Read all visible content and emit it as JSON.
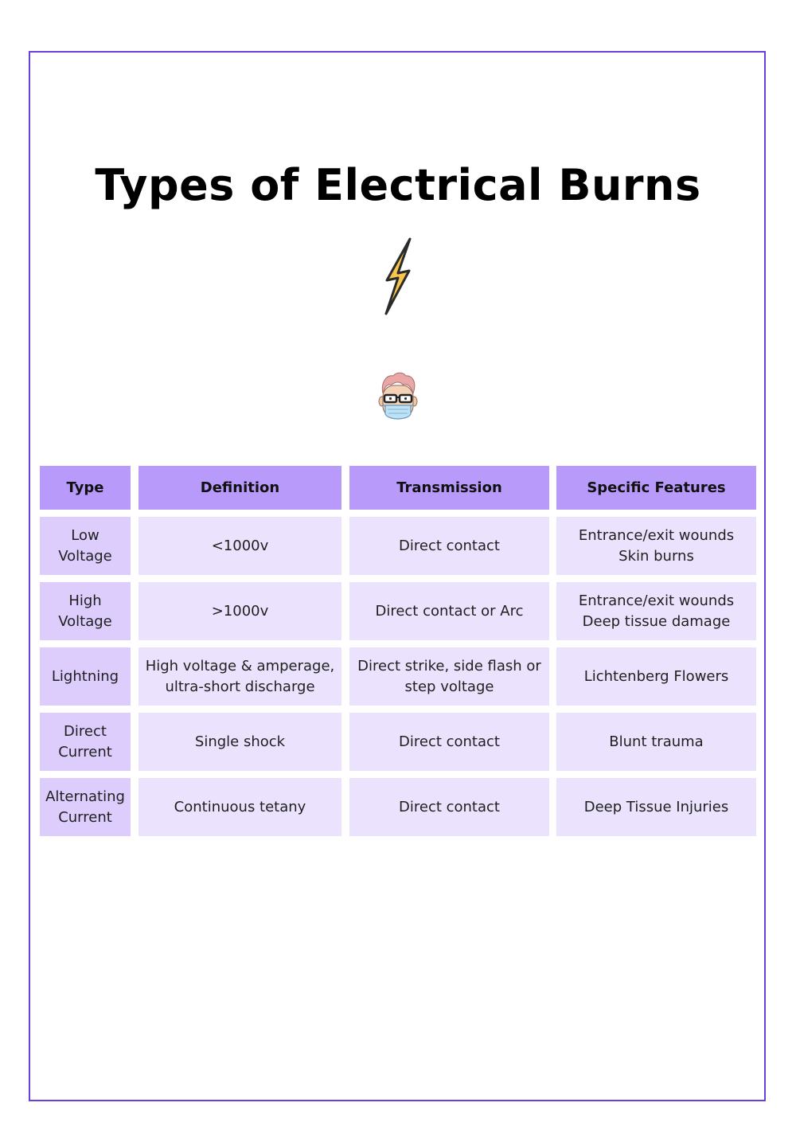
{
  "title": "Types of Electrical Burns",
  "icons": {
    "bolt": "lightning-bolt-icon",
    "avatar": "doctor-mask-avatar"
  },
  "colors": {
    "frame": "#6a3fe0",
    "header_bg": "#b89afb",
    "type_cell_bg": "#dccdfd",
    "cell_bg": "#ebe3fd",
    "bolt_fill": "#f7c64a"
  },
  "table": {
    "headers": [
      "Type",
      "Definition",
      "Transmission",
      "Specific Features"
    ],
    "rows": [
      [
        "Low\nVoltage",
        "<1000v",
        "Direct contact",
        "Entrance/exit wounds\nSkin burns"
      ],
      [
        "High\nVoltage",
        ">1000v",
        "Direct contact or Arc",
        "Entrance/exit wounds\nDeep tissue damage"
      ],
      [
        "Lightning",
        "High voltage & amperage,\nultra-short discharge",
        "Direct strike, side flash or\nstep voltage",
        "Lichtenberg Flowers"
      ],
      [
        "Direct\nCurrent",
        "Single shock",
        "Direct contact",
        "Blunt trauma"
      ],
      [
        "Alternating\nCurrent",
        "Continuous tetany",
        "Direct contact",
        "Deep Tissue Injuries"
      ]
    ]
  }
}
